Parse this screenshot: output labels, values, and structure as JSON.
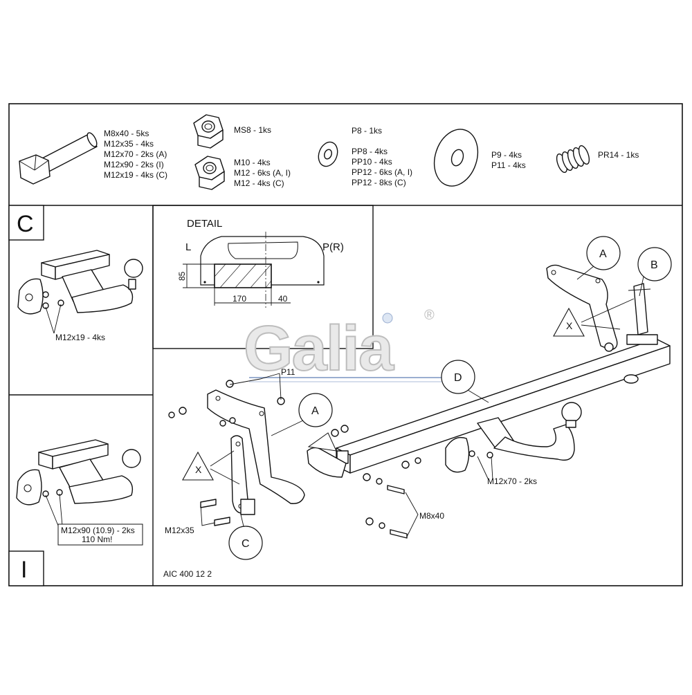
{
  "parts_list": {
    "bolts": [
      "M8x40 - 5ks",
      "M12x35 - 4ks",
      "M12x70 - 2ks (A)",
      "M12x90 - 2ks (I)",
      "M12x19 - 4ks (C)"
    ],
    "ms_nut": "MS8 - 1ks",
    "nuts": [
      "M10 - 4ks",
      "M12 - 6ks (A, I)",
      "M12 - 4ks (C)"
    ],
    "p8": "P8 - 1ks",
    "washers": [
      "PP8 - 4ks",
      "PP10 - 4ks",
      "PP12 - 6ks (A, I)",
      "PP12 - 8ks (C)"
    ],
    "large_washers": [
      "P9 - 4ks",
      "P11 - 4ks"
    ],
    "spring": "PR14 - 1ks"
  },
  "panel_c": {
    "letter": "C",
    "bolt_label": "M12x19 - 4ks"
  },
  "panel_i": {
    "letter": "I",
    "bolt_label": "M12x90 (10.9) - 2ks",
    "torque": "110 Nm!"
  },
  "detail": {
    "title": "DETAIL",
    "left": "L",
    "right": "P(R)",
    "dim_height": "85",
    "dim_left": "170",
    "dim_right": "40"
  },
  "main": {
    "callout_a_top": "A",
    "callout_b": "B",
    "callout_d": "D",
    "callout_a_left": "A",
    "callout_c": "C",
    "x_right": "X",
    "x_left": "X",
    "p11": "P11",
    "m12x70": "M12x70 - 2ks",
    "m8x40": "M8x40",
    "m12x35": "M12x35",
    "drawing_no": "AIC 400 12 2"
  },
  "watermark": {
    "text": "Galia",
    "mark": "®"
  }
}
